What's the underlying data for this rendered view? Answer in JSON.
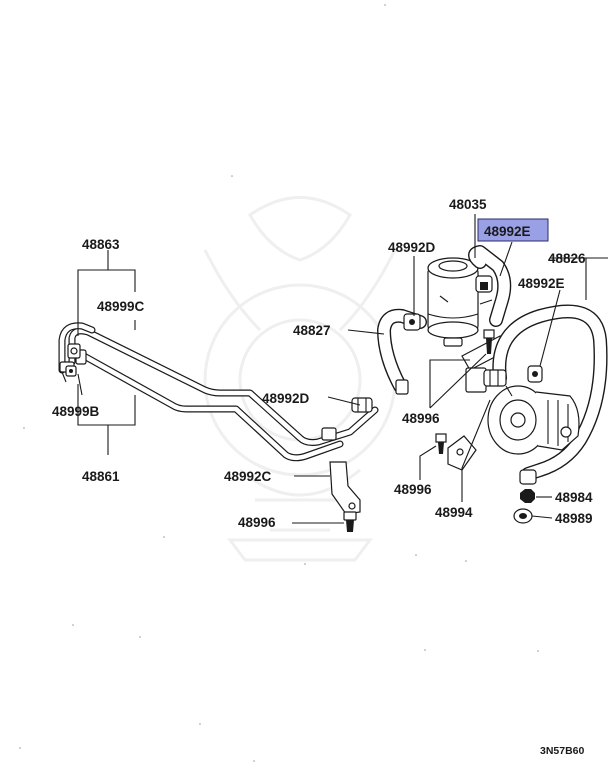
{
  "diagram": {
    "highlight_color": "#9aa0e6",
    "line_color": "#1a1a1a",
    "labels": {
      "l_48035": "48035",
      "l_48992E_top": "48992E",
      "l_48863": "48863",
      "l_48992D_top": "48992D",
      "l_48826": "48826",
      "l_48992E_right": "48992E",
      "l_48999C": "48999C",
      "l_48827": "48827",
      "l_48992D_mid": "48992D",
      "l_48996_mid": "48996",
      "l_48999B": "48999B",
      "l_48861": "48861",
      "l_48992C": "48992C",
      "l_48996_lower": "48996",
      "l_48984": "48984",
      "l_48994": "48994",
      "l_48989": "48989",
      "l_48996_bottom": "48996"
    },
    "drawing_code": "3N57B60"
  }
}
